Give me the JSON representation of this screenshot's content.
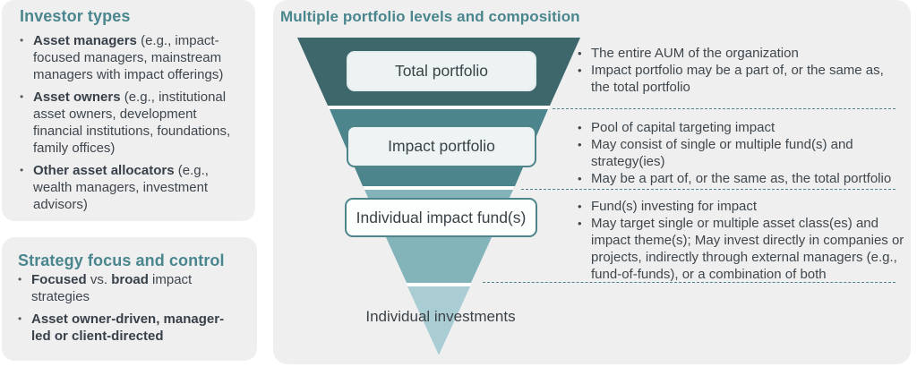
{
  "glyphs": {
    "bullet": "•"
  },
  "colors": {
    "accent_teal": "#4a868d",
    "card_background": "#efeff0",
    "dashed_divider": "#4e868c",
    "body_text": "#3e464d"
  },
  "cards": {
    "investor_types": {
      "title": "Investor types",
      "bullets": [
        {
          "bold": "Asset managers",
          "rest": " (e.g., impact-focused managers, mainstream managers with impact offerings)"
        },
        {
          "bold": "Asset owners",
          "rest": " (e.g., institutional asset owners, development financial institutions, foundations, family offices)"
        },
        {
          "bold": "Other asset allocators",
          "rest": " (e.g., wealth managers, investment advisors)"
        }
      ]
    },
    "strategy": {
      "title": "Strategy focus and control",
      "bullet1": {
        "b1": "Focused",
        "n1": " vs. ",
        "b2": "broad",
        "n2": " impact strategies"
      },
      "bullet2": {
        "bold": "Asset owner-driven, manager-led or client-directed"
      }
    }
  },
  "main": {
    "title": "Multiple portfolio levels and composition",
    "funnel": {
      "levels": [
        {
          "label": "Total portfolio",
          "color": "#3d676b"
        },
        {
          "label": "Impact portfolio",
          "color": "#4d858c"
        },
        {
          "label": "Individual impact fund(s)",
          "color": "#82b4ba"
        },
        {
          "label": "Individual investments",
          "color": "#a9cdd3"
        }
      ]
    },
    "annotations": [
      {
        "bullets": [
          "The entire AUM of the organization",
          "Impact portfolio may be a part of, or the same as, the total portfolio"
        ]
      },
      {
        "bullets": [
          "Pool of capital targeting impact",
          "May consist of single or multiple fund(s) and strategy(ies)",
          "May be a part of, or the same as, the total portfolio"
        ]
      },
      {
        "bullets": [
          "Fund(s) investing for impact",
          "May target single or multiple asset class(es) and impact theme(s); May invest directly in companies or projects, indirectly through external managers (e.g., fund-of-funds), or a combination of both"
        ]
      }
    ]
  }
}
